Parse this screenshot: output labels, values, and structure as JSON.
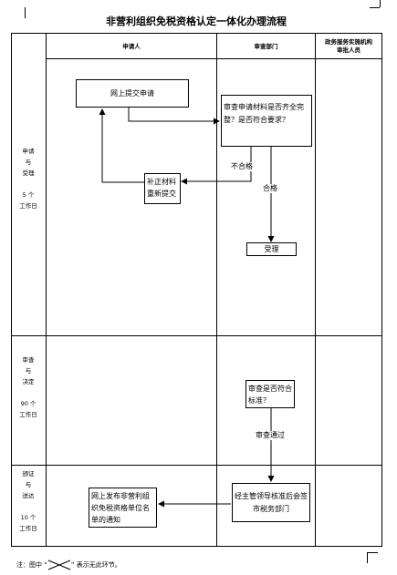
{
  "title": "非营利组织免税资格认定一体化办理流程",
  "columns": [
    "申请人",
    "审查部门",
    "政务服务实施机构\n审批人员"
  ],
  "phases": [
    "申请\n与\n受理\n\n5 个\n工作日",
    "审查\n与\n决定\n\n90 个\n工作日",
    "颁证\n与\n送达\n\n10 个\n工作日"
  ],
  "boxes": {
    "submit_online": "网上提交申请",
    "review_materials": "审查申请材料是否齐全完整？是否符合要求？",
    "resubmit": "补正材料重新提交",
    "accept": "受理",
    "review_standard": "审查是否符合标准？",
    "leader_review": "经主管领导核准后会签市税务部门",
    "publish": "网上发布非营利组织免税资格单位名单的通知"
  },
  "labels": {
    "unqualified": "不合格",
    "qualified": "合格",
    "review_passed": "审查通过"
  },
  "footnote": {
    "prefix": "注：图中 “",
    "suffix": "” 表示无此环节。"
  }
}
